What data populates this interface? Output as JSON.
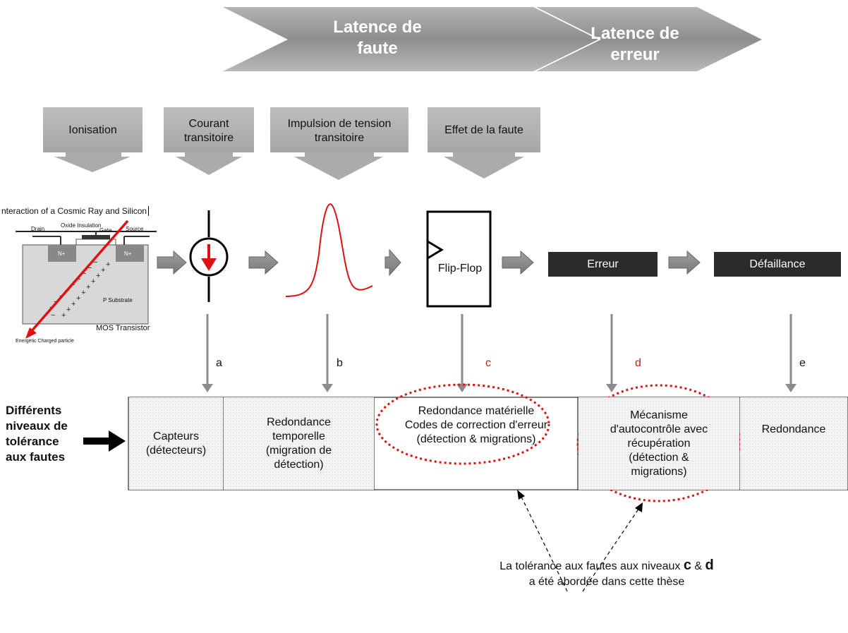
{
  "latency": {
    "fault": "Latence de\nfaute",
    "error": "Latence de\nerreur"
  },
  "stages": [
    {
      "label": "Ionisation"
    },
    {
      "label": "Courant\ntransitoire"
    },
    {
      "label": "Impulsion de tension\ntransitoire"
    },
    {
      "label": "Effet de la faute"
    }
  ],
  "transistor": {
    "title": "nteraction of a Cosmic Ray and Silicon",
    "drain": "Drain",
    "oxide": "Oxide Insulation",
    "gate": "Gate",
    "source": "Source",
    "n_left": "N+",
    "n_right": "N+",
    "substrate": "P Substrate",
    "mos": "MOS Transistor",
    "particle": "Energetic Charged particle"
  },
  "flipflop": "Flip-Flop",
  "error_box": "Erreur",
  "failure_box": "Défaillance",
  "letters": [
    {
      "text": "a",
      "color": "#111111"
    },
    {
      "text": "b",
      "color": "#111111"
    },
    {
      "text": "c",
      "color": "#e01010"
    },
    {
      "text": "d",
      "color": "#e01010"
    },
    {
      "text": "e",
      "color": "#111111"
    }
  ],
  "row_label": "Différents\nniveaux de\ntolérance\naux fautes",
  "levels": [
    {
      "text": "Capteurs\n(détecteurs)"
    },
    {
      "text": "Redondance\ntemporelle\n(migration de\ndétection)"
    },
    {
      "text": "Redondance matérielle\nCodes de correction d'erreur\n(détection & migrations)"
    },
    {
      "text": "Mécanisme\nd'autocontrôle avec\nrécupération\n(détection &\nmigrations)"
    },
    {
      "text": "Redondance"
    }
  ],
  "note": {
    "prefix": "La tolérance aux fautes aux niveaux ",
    "c": "c",
    "amp": " & ",
    "d": "d",
    "line2": "a été abordée dans cette thèse"
  },
  "colors": {
    "chevron": "#9a9a9a",
    "arrow_gray": "#8c8c8c",
    "red": "#e01010",
    "dark_box": "#2b2b2b"
  }
}
